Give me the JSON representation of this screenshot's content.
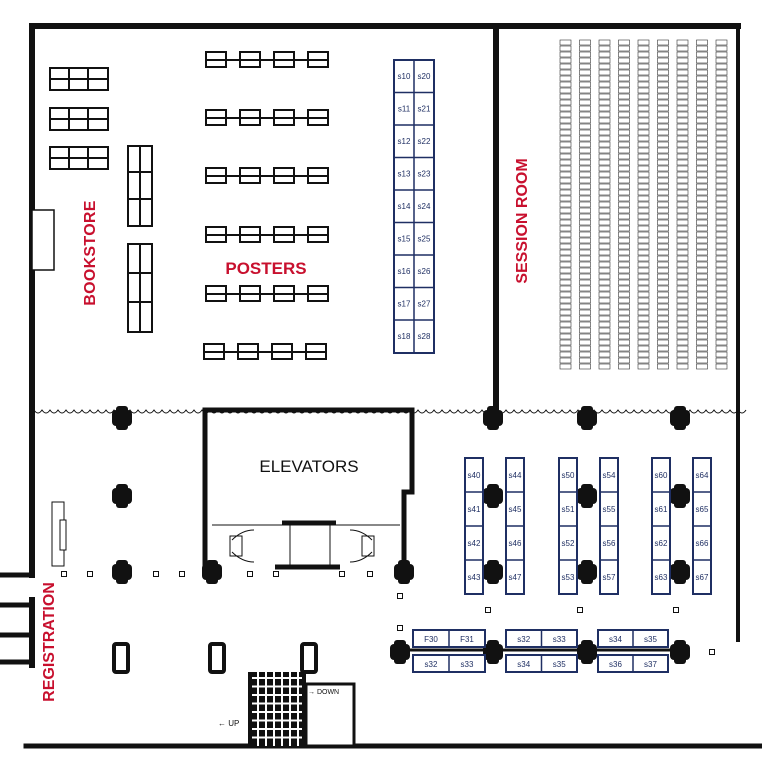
{
  "labels": {
    "bookstore": "BOOKSTORE",
    "posters": "POSTERS",
    "session_room": "SESSION ROOM",
    "elevators": "ELEVATORS",
    "registration": "REGISTRATION",
    "up": "← UP",
    "down": "→ DOWN"
  },
  "poster_booths": {
    "left": [
      "s10",
      "s11",
      "s12",
      "s13",
      "s14",
      "s15",
      "s16",
      "s17",
      "s18"
    ],
    "right": [
      "s20",
      "s21",
      "s22",
      "s23",
      "s24",
      "s25",
      "s26",
      "s27",
      "s28"
    ]
  },
  "hall_booths": [
    {
      "left": [
        "s40",
        "s41",
        "s42",
        "s43"
      ],
      "right": [
        "s44",
        "s45",
        "s46",
        "s47"
      ]
    },
    {
      "left": [
        "s50",
        "s51",
        "s52",
        "s53"
      ],
      "right": [
        "s54",
        "s55",
        "s56",
        "s57"
      ]
    },
    {
      "left": [
        "s60",
        "s61",
        "s62",
        "s63"
      ],
      "right": [
        "s64",
        "s65",
        "s66",
        "s67"
      ]
    }
  ],
  "bottom_booths": [
    {
      "top": [
        "F30",
        "F31"
      ],
      "bottom": [
        "s32",
        "s33"
      ]
    },
    {
      "top": [
        "s32",
        "s33"
      ],
      "bottom": [
        "s34",
        "s35"
      ]
    },
    {
      "top": [
        "s34",
        "s35"
      ],
      "bottom": [
        "s36",
        "s37"
      ]
    }
  ],
  "colors": {
    "wall": "#111111",
    "label_red": "#c8102e",
    "booth_blue": "#1f2f63"
  }
}
